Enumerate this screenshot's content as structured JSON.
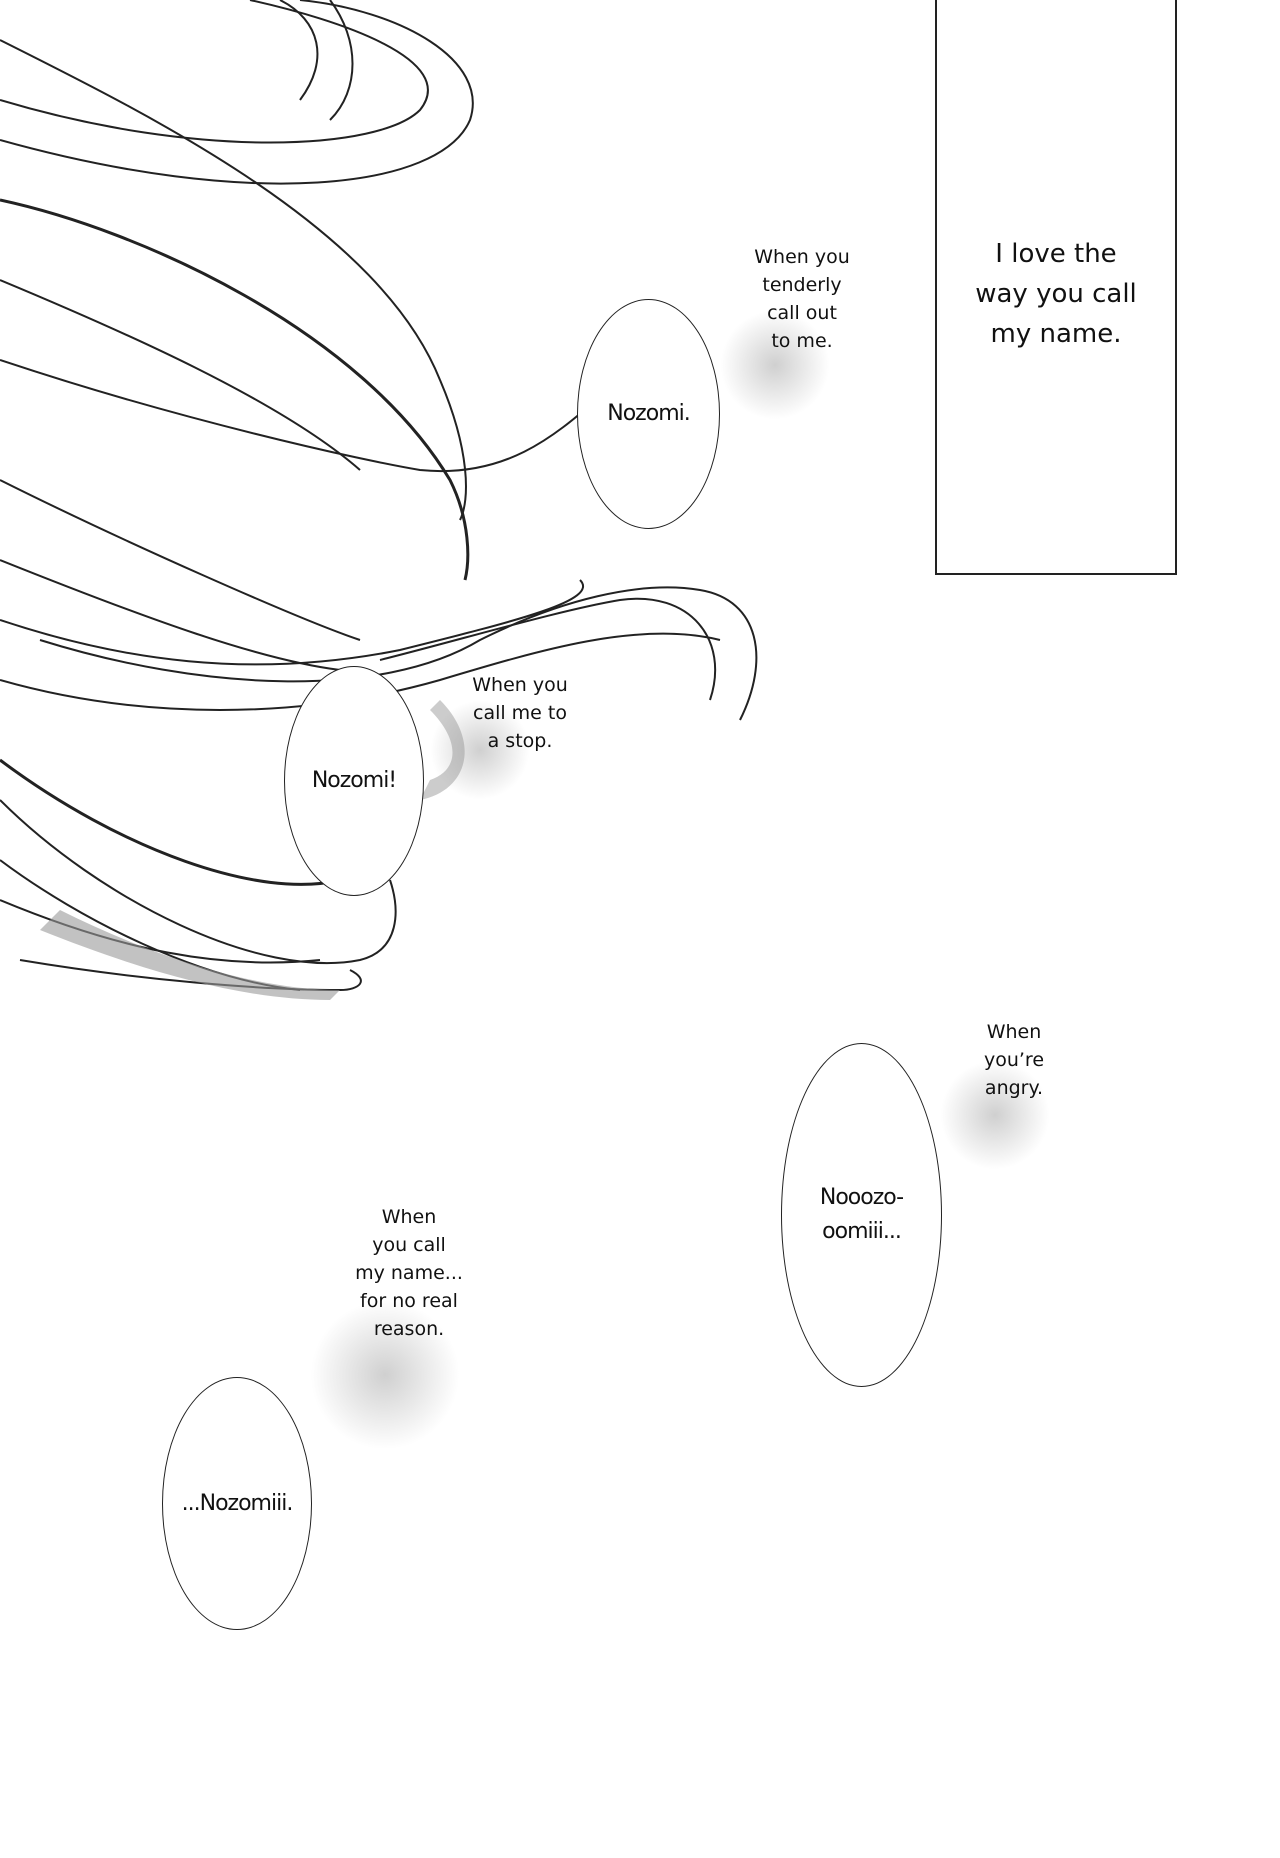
{
  "caption": {
    "text": "I love the\nway you call\nmy name."
  },
  "panels": [
    {
      "narration": "When you\ntenderly\ncall out\nto me.",
      "speech": "Nozomi."
    },
    {
      "narration": "When you\ncall me to\na stop.",
      "speech": "Nozomi!"
    },
    {
      "narration": "When\nyou’re\nangry.",
      "speech": "Nooozo-\noomiii..."
    },
    {
      "narration": "When\nyou call\nmy name...\nfor no real\nreason.",
      "speech": "...Nozomiii."
    }
  ]
}
